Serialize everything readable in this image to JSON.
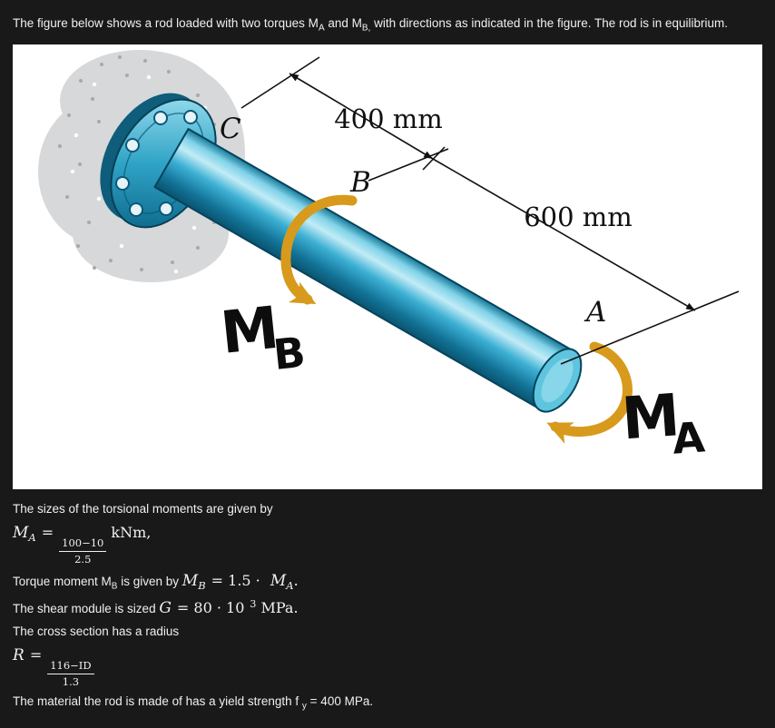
{
  "colors": {
    "page_bg": "#191919",
    "figure_bg": "#ffffff",
    "torque_gold": "#d89a1c",
    "shaft_blue": "#2ba6c9",
    "ink": "#111111",
    "text": "#f0f0f0"
  },
  "intro": {
    "p1": "The figure below shows a rod loaded with two torques M",
    "sub1": "A",
    "p2": " and M",
    "sub2": "B,",
    "p3": " with directions as indicated in the figure. The rod is in equilibrium."
  },
  "figure": {
    "label_c": "C",
    "label_b": "B",
    "label_a": "A",
    "dim_400": "400 mm",
    "dim_600": "600 mm",
    "mb_m": "M",
    "mb_sub": "B",
    "ma_m": "M",
    "ma_sub": "A"
  },
  "body": {
    "line1": "The sizes of the torsional moments are given by",
    "ma_eq": {
      "m": "M",
      "sub": "A",
      "eq": "=",
      "num": "100−10",
      "den": "2.5",
      "unit": "kNm,"
    },
    "line3": {
      "pre": "Torque moment M",
      "pre_sub": "B",
      "mid": " is given by ",
      "m1": "M",
      "s1": "B",
      "rel": "= 1.5 · ",
      "m2": "M",
      "s2": "A",
      "end": "."
    },
    "line4": {
      "pre": "The shear module is sized ",
      "g": "G",
      "eq": "= 80 · 10",
      "sup": "3",
      "unit": " MPa."
    },
    "line5": "The cross section has a radius",
    "r_eq": {
      "r": "R",
      "eq": "=",
      "num": "116−ID",
      "den": "1.3"
    },
    "line7": {
      "pre": "The material the rod is made of has a yield strength f ",
      "sub": "y",
      "post": " = 400 MPa."
    }
  }
}
